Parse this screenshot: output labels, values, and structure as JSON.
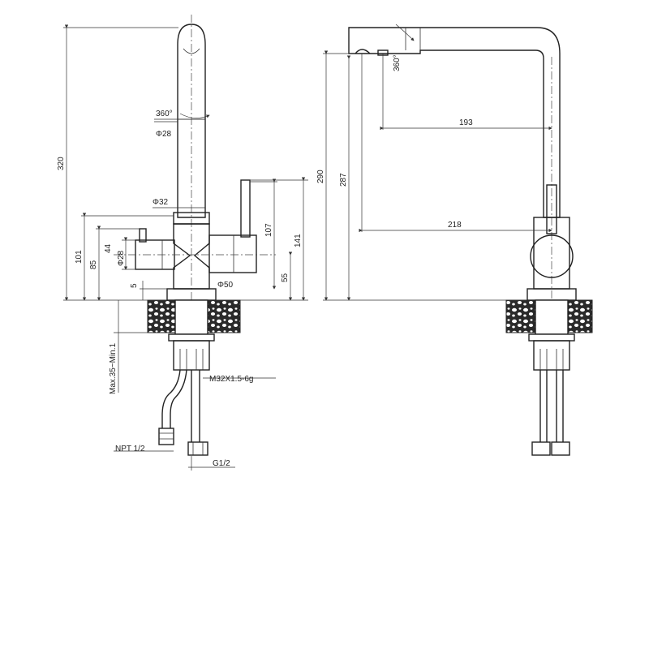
{
  "front_view": {
    "rotation_top": "360°",
    "dia_spout": "Φ28",
    "dia_body": "Φ32",
    "dia_handle": "Φ28",
    "dia_base": "Φ50",
    "height_total": "320",
    "height_101": "101",
    "height_85": "85",
    "height_44": "44",
    "height_5": "5",
    "height_107": "107",
    "height_141": "141",
    "height_55": "55",
    "mount_range": "Max.35~Min.1",
    "thread": "M32X1.5-6g",
    "connector_left": "NPT 1/2",
    "connector_right": "G1/2"
  },
  "side_view": {
    "rotation_top": "360°",
    "reach_193": "193",
    "reach_218": "218",
    "height_290": "290",
    "height_287": "287"
  }
}
